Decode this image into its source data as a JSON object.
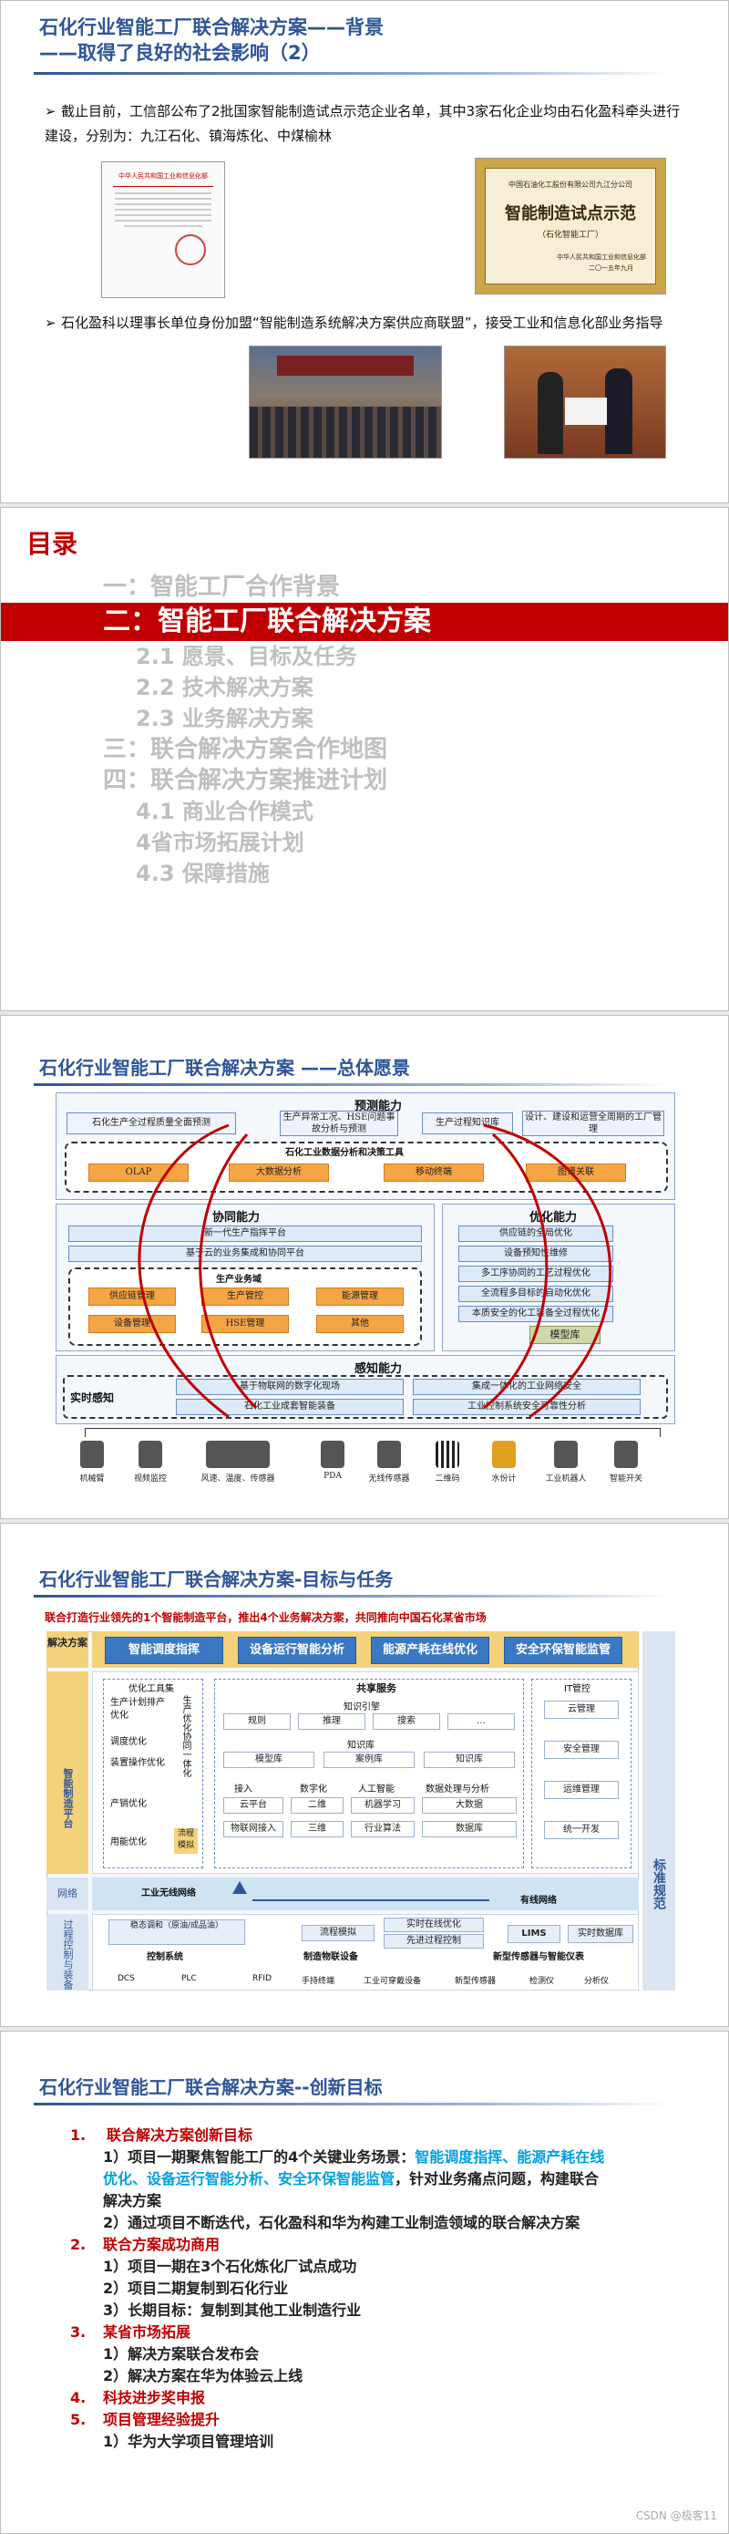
{
  "slide1": {
    "title_line1": "石化行业智能工厂联合解决方案——背景",
    "title_line2": "——取得了良好的社会影响（2）",
    "bullet1": "截止目前，工信部公布了2批国家智能制造试点示范企业名单，其中3家石化企业均由石化盈科牵头进行建设，分别为：九江石化、镇海炼化、中煤榆林",
    "bullet2": "石化盈科以理事长单位身份加盟“智能制造系统解决方案供应商联盟”，接受工业和信息化部业务指导",
    "doc_header": "中华人民共和国工业和信息化部",
    "plaque_company": "中国石油化工股份有限公司九江分公司",
    "plaque_title": "智能制造试点示范",
    "plaque_sub": "（石化智能工厂）",
    "plaque_issuer": "中华人民共和国工业和信息化部",
    "plaque_date": "二〇一五年九月"
  },
  "slide2": {
    "heading": "目录",
    "items": [
      "一：智能工厂合作背景",
      "二：智能工厂联合解决方案",
      "2.1 愿景、目标及任务",
      "2.2 技术解决方案",
      "2.3 业务解决方案",
      "三：联合解决方案合作地图",
      "四：联合解决方案推进计划",
      "4.1 商业合作模式",
      "4省市场拓展计划",
      "4.3 保障措施"
    ]
  },
  "slide3": {
    "title": "石化行业智能工厂联合解决方案 ——总体愿景",
    "yc_title": "预测能力",
    "yc_boxes": [
      "石化生产全过程质量全面预测",
      "生产异常工况、HSE问题事故分析与预测",
      "生产过程知识库",
      "设计、建设和运营全周期的工厂管理"
    ],
    "platform_title": "石化工业数据分析和决策工具",
    "platform_items": [
      "OLAP",
      "大数据分析",
      "移动终端",
      "图谱关联"
    ],
    "xt_title": "协同能力",
    "xt_items": [
      "新一代生产指挥平台",
      "基于云的业务集成和协同平台"
    ],
    "biz_title": "生产业务域",
    "biz_items": [
      "供应链管理",
      "生产管控",
      "能源管理",
      "设备管理",
      "HSE管理",
      "其他"
    ],
    "yh_title": "优化能力",
    "yh_items": [
      "供应链的全局优化",
      "设备预知性维修",
      "多工序协同的工艺过程优化",
      "全流程多目标的自动化优化",
      "本质安全的化工装备全过程优化"
    ],
    "model_label": "模型库",
    "gz_title": "感知能力",
    "gz_label": "实时感知",
    "gz_items": [
      "基于物联网的数字化现场",
      "集成一体化的工业网络安全",
      "石化工业成套智能装备",
      "工业控制系统安全可靠性分析"
    ],
    "devices": [
      "机械臂",
      "视频监控",
      "风速、温度、传感器",
      "PDA",
      "无线传感器",
      "二维码",
      "水份计",
      "工业机器人",
      "智能开关"
    ]
  },
  "slide4": {
    "title": "石化行业智能工厂联合解决方案-目标与任务",
    "subtitle": "联合打造行业领先的1个智能制造平台，推出4个业务解决方案，共同推向中国石化某省市场",
    "row1_label": "解决方案",
    "solutions": [
      "智能调度指挥",
      "设备运行智能分析",
      "能源产耗在线优化",
      "安全环保智能监管"
    ],
    "platform_label": "智能制造平台",
    "opt_title": "优化工具集",
    "opt_items": [
      "生产计划排产优化",
      "调度优化",
      "装置操作优化",
      "产销优化",
      "用能优化"
    ],
    "opt_right": "生产优化协同一体化",
    "flow_label": "流程模拟",
    "shared_title": "共享服务",
    "kb_title": "知识引擎",
    "kb_items": [
      "规则",
      "推理",
      "搜索",
      "..."
    ],
    "lib_title": "知识库",
    "lib_items": [
      "模型库",
      "案例库",
      "知识库"
    ],
    "access_title": "接入",
    "access_items": [
      "云平台",
      "物联网接入"
    ],
    "digital_title": "数字化",
    "digital_items": [
      "二维",
      "三维"
    ],
    "ai_title": "人工智能",
    "ai_items": [
      "机器学习",
      "行业算法"
    ],
    "data_title": "数据处理与分析",
    "data_items": [
      "大数据",
      "数据库"
    ],
    "it_title": "IT管控",
    "it_items": [
      "云管理",
      "安全管理",
      "运维管理",
      "统一开发"
    ],
    "standard_label": "标准规范",
    "net_label": "网络",
    "net_items": [
      "工业无线网络",
      "有线网络"
    ],
    "ctrl_label": "过程控制与装备",
    "ctrl_items": [
      "稳态调和（原油/成品油）",
      "流程模拟",
      "实时在线优化",
      "先进过程控制",
      "LIMS",
      "实时数据库"
    ],
    "ctrl_bottom": [
      "控制系统",
      "制造物联设备",
      "新型传感器与智能仪表"
    ],
    "ctrl_icons": [
      "DCS",
      "PLC",
      "RFID",
      "手持终端",
      "工业可穿戴设备",
      "新型传感器",
      "检测仪",
      "分析仪"
    ]
  },
  "slide5": {
    "title": "石化行业智能工厂联合解决方案--创新目标",
    "n1": "1.",
    "h1": "联合解决方案创新目标",
    "l1a": "1）项目一期聚焦智能工厂的4个关键业务场景：",
    "l1a_hl": "智能调度指挥、能源产耗在线",
    "l1b_hl": "优化、设备运行智能分析、安全环保智能监管",
    "l1b": "，针对业务痛点问题，构建联合",
    "l1c": "解决方案",
    "l1d": "2）通过项目不断迭代，石化盈科和华为构建工业制造领域的联合解决方案",
    "n2": "2.",
    "h2": "联合方案成功商用",
    "l2": [
      "1）项目一期在3个石化炼化厂试点成功",
      "2）项目二期复制到石化行业",
      "3）长期目标：复制到其他工业制造行业"
    ],
    "n3": "3.",
    "h3": "某省市场拓展",
    "l3": [
      "1）解决方案联合发布会",
      "2）解决方案在华为体验云上线"
    ],
    "n4": "4.",
    "h4": "科技进步奖申报",
    "n5": "5.",
    "h5": "项目管理经验提升",
    "l5": [
      "1）华为大学项目管理培训"
    ],
    "watermark": "CSDN @极客11"
  },
  "colors": {
    "title_blue": "#2e5597",
    "accent_red": "#c00000",
    "highlight_cyan": "#00a0e0",
    "orange": "#f6a545"
  }
}
